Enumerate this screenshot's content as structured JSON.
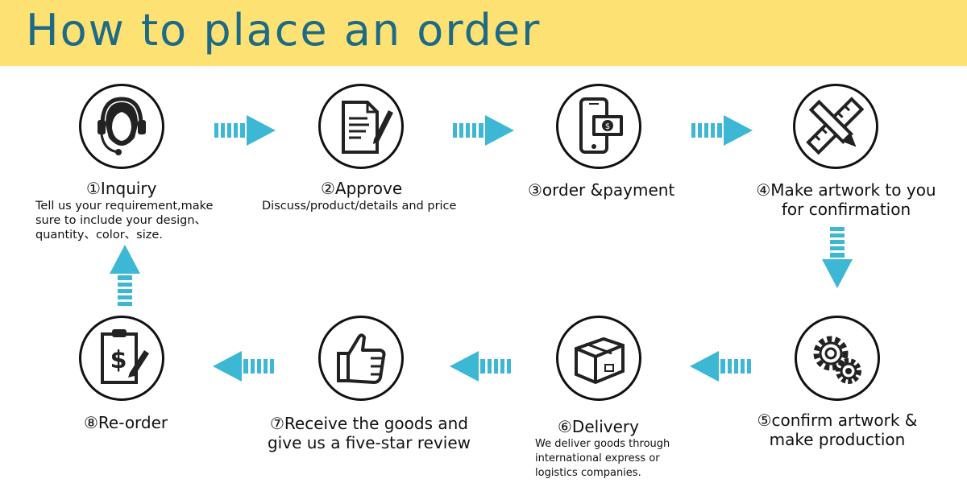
{
  "title": "How to place an order",
  "colors": {
    "header_bg": "#fde173",
    "title": "#1d6a87",
    "arrow": "#3db8d4"
  },
  "steps": [
    {
      "label": "①Inquiry",
      "desc_lines": [
        "Tell us your requirement,make",
        "sure to include your design、",
        "quantity、color、size."
      ],
      "icon": "headset-agent-icon"
    },
    {
      "label": "②Approve",
      "desc_lines": [
        "Discuss/product/details and price"
      ],
      "icon": "document-pen-icon"
    },
    {
      "label": "③order &payment",
      "desc_lines": [],
      "icon": "phone-payment-icon"
    },
    {
      "label_lines": [
        "④Make artwork to you",
        "for confirmation"
      ],
      "icon": "ruler-pencil-icon"
    },
    {
      "label_lines": [
        "⑤confirm artwork &",
        "make production"
      ],
      "icon": "gears-icon"
    },
    {
      "label": "⑥Delivery",
      "desc_lines": [
        "We deliver goods through",
        "international express or",
        "logistics companies."
      ],
      "icon": "box-icon"
    },
    {
      "label_lines": [
        "⑦Receive the goods and",
        "give us a five-star review"
      ],
      "icon": "thumbs-up-icon"
    },
    {
      "label": "⑧Re-order",
      "icon": "clipboard-dollar-icon"
    }
  ]
}
